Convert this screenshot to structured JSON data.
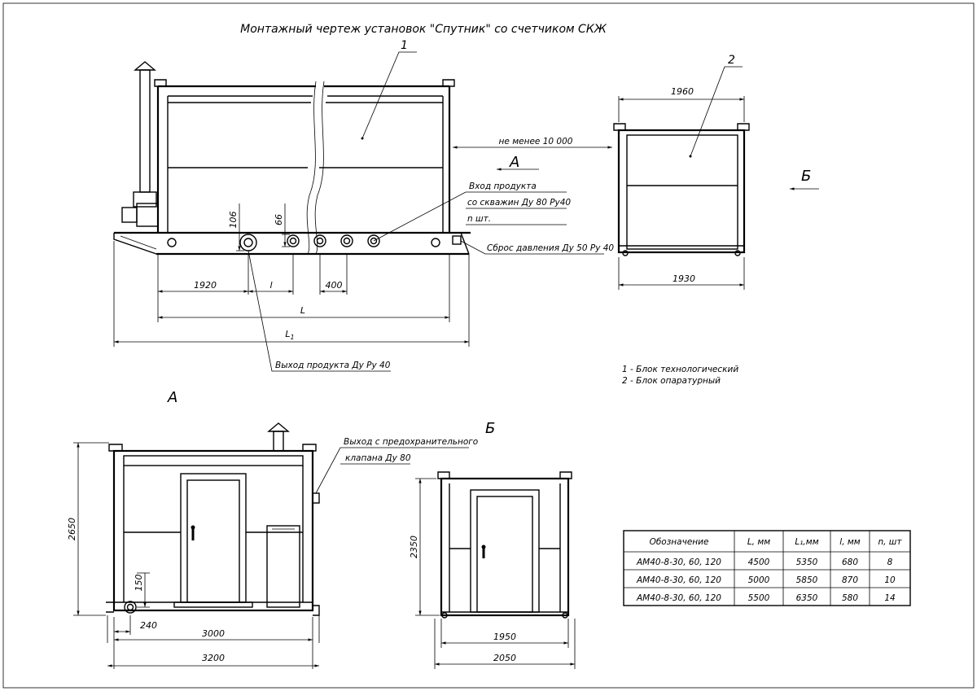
{
  "title": "Монтажный чертеж установок \"Спутник\" со счетчиком СКЖ",
  "positions": {
    "block1": "1",
    "block2": "2"
  },
  "views": {
    "a": "А",
    "b": "Б"
  },
  "dimensions": {
    "min_distance": "не менее 10 000",
    "d106": "106",
    "d66": "66",
    "d1920": "1920",
    "dl": "l",
    "d400": "400",
    "dL": "L",
    "dL1": "L",
    "dL1_sub": "1",
    "d1960": "1960",
    "d1930": "1930",
    "d2650": "2650",
    "d150": "150",
    "d240": "240",
    "d3000": "3000",
    "d3200": "3200",
    "d2350": "2350",
    "d1950": "1950",
    "d2050": "2050"
  },
  "callouts": {
    "inlet_line1": "Вход продукта",
    "inlet_line2": "со скважин Ду 80 Ру40",
    "inlet_line3": "n шт.",
    "relief": "Сброс давления Ду 50 Ру 40",
    "outlet": "Выход продукта Ду Ру 40",
    "safety_line1": "Выход с предохранительного",
    "safety_line2": "клапана Ду 80"
  },
  "legend": [
    "1 - Блок технологический",
    "2 - Блок опаратурный"
  ],
  "table": {
    "headers": [
      "Обозначение",
      "L, мм",
      "L₁,мм",
      "l, мм",
      "n, шт"
    ],
    "rows": [
      [
        "АМ40-8-30, 60, 120",
        "4500",
        "5350",
        "680",
        "8"
      ],
      [
        "АМ40-8-30, 60, 120",
        "5000",
        "5850",
        "870",
        "10"
      ],
      [
        "АМ40-8-30, 60, 120",
        "5500",
        "6350",
        "580",
        "14"
      ]
    ]
  }
}
